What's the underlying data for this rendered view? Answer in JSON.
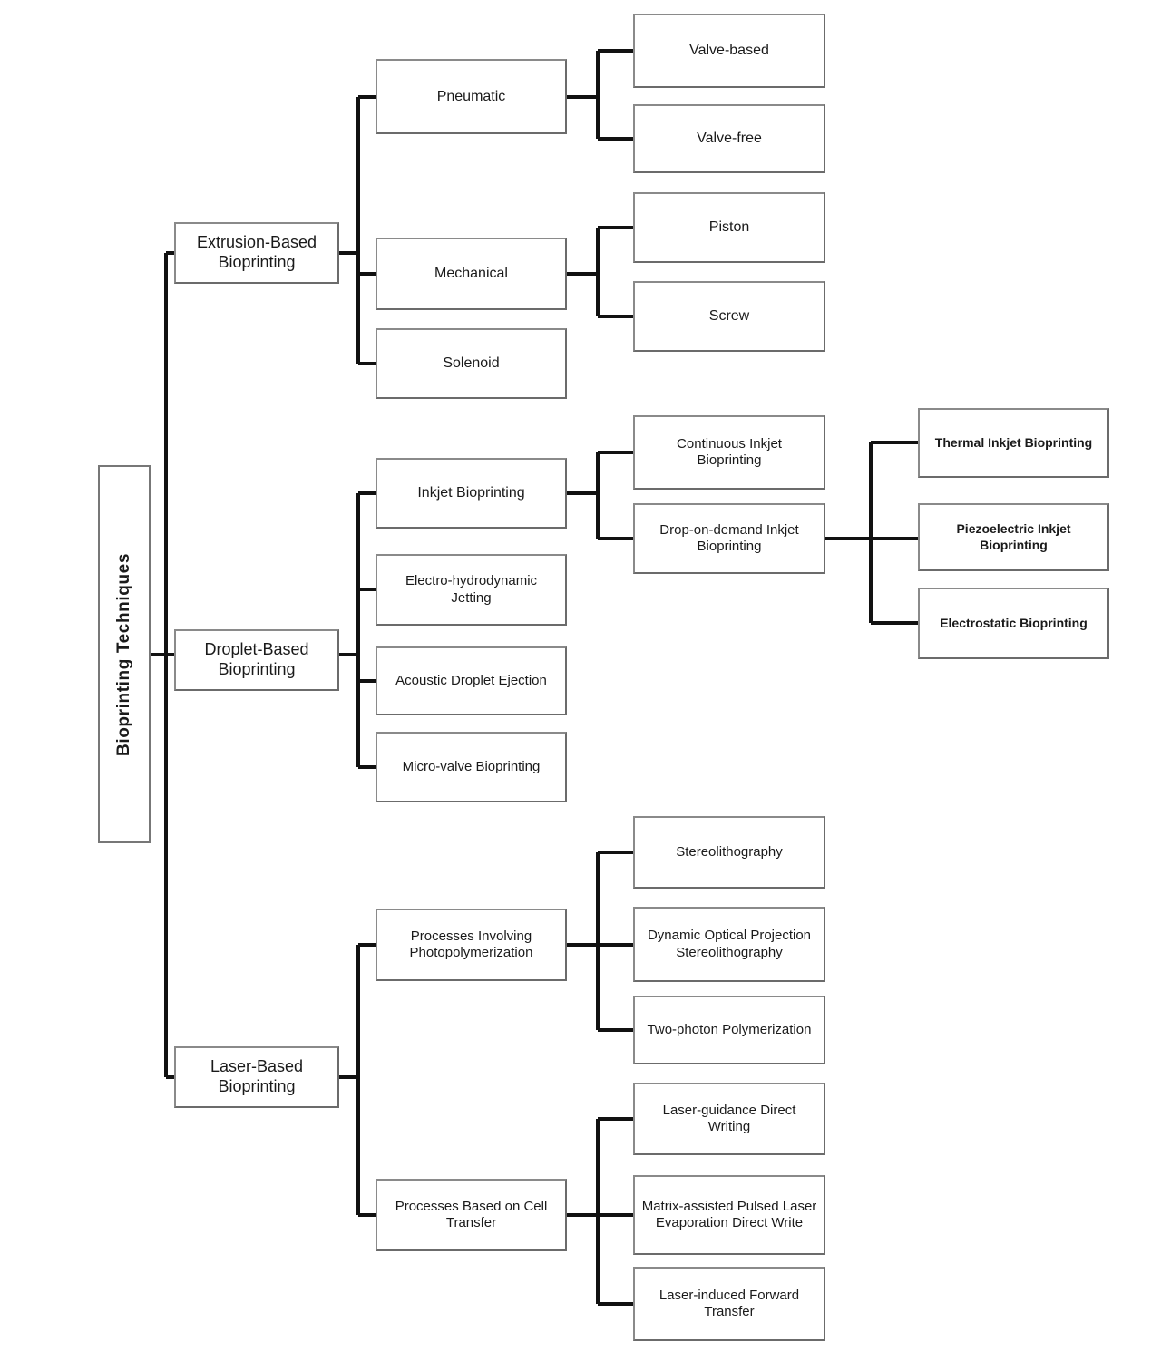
{
  "diagram": {
    "title": "Bioprinting Techniques",
    "type": "tree-hierarchy",
    "line_color": "#111111",
    "box_border_color": "#6b6b6b",
    "background": "#ffffff"
  },
  "root": {
    "label": "Bioprinting Techniques"
  },
  "level1": {
    "extrusion": "Extrusion-Based\nBioprinting",
    "droplet": "Droplet-Based\nBioprinting",
    "laser": "Laser-Based\nBioprinting"
  },
  "level2": {
    "pneumatic": "Pneumatic",
    "mechanical": "Mechanical",
    "solenoid": "Solenoid",
    "inkjet": "Inkjet Bioprinting",
    "ehd_jetting": "Electro-hydrodynamic\nJetting",
    "acoustic": "Acoustic Droplet Ejection",
    "microvalve": "Micro-valve Bioprinting",
    "photopolymerization": "Processes Involving\nPhotopolymerization",
    "cell_transfer": "Processes Based on Cell\nTransfer"
  },
  "level3": {
    "valve_based": "Valve-based",
    "valve_free": "Valve-free",
    "piston": "Piston",
    "screw": "Screw",
    "continuous_inkjet": "Continuous Inkjet\nBioprinting",
    "dod_inkjet": "Drop-on-demand Inkjet\nBioprinting",
    "stereolithography": "Stereolithography",
    "dynamic_optical": "Dynamic Optical Projection\nStereolithography",
    "two_photon": "Two-photon Polymerization",
    "laser_guidance": "Laser-guidance Direct\nWriting",
    "maple_dw": "Matrix-assisted Pulsed Laser\nEvaporation Direct Write",
    "lift": "Laser-induced Forward\nTransfer"
  },
  "level4": {
    "thermal_inkjet": "Thermal Inkjet Bioprinting",
    "piezo_inkjet": "Piezoelectric Inkjet Bioprinting",
    "electrostatic": "Electrostatic Bioprinting"
  }
}
